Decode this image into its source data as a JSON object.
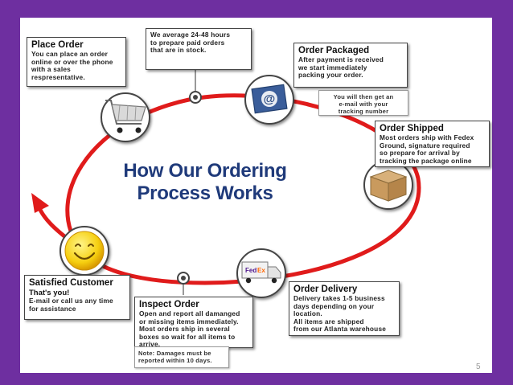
{
  "title_line1": "How Our Ordering",
  "title_line2": "Process Works",
  "page_number": "5",
  "steps": {
    "place_order": {
      "title": "Place Order",
      "body": "You can place an order\nonline or over the phone\nwith a sales\nrespresentative."
    },
    "order_packaged": {
      "title": "Order Packaged",
      "body": "After payment is received\nwe start immediately\npacking your order."
    },
    "order_shipped": {
      "title": "Order Shipped",
      "body": "Most orders ship with Fedex\nGround, signature required\nso prepare for arrival by\ntracking the package online"
    },
    "order_delivery": {
      "title": "Order Delivery",
      "body": "Delivery takes 1-5 business\ndays depending on your\nlocation.\nAll items are shipped\nfrom our Atlanta warehouse"
    },
    "inspect_order": {
      "title": "Inspect Order",
      "body": "Open and report all damanged\nor missing items immediately.\nMost orders ship in several\nboxes so wait for all items to\narrive."
    },
    "satisfied_customer": {
      "title": "Satisfied Customer",
      "subtitle": "That's you!",
      "body": "E-mail or call us any time\nfor assistance"
    }
  },
  "notes": {
    "processing": "We average 24-48 hours\nto prepare paid orders\nthat are in stock.",
    "tracking": "You will then get an\ne-mail with your\ntracking number",
    "damages": "Note: Damages must be\nreported within 10 days."
  },
  "icons": {
    "cart": "shopping-cart-icon",
    "email": "email-at-icon",
    "box": "cardboard-box-icon",
    "truck": "fedex-truck-icon",
    "smiley": "smiley-face-icon"
  },
  "colors": {
    "frame": "#6e2fa0",
    "ring": "#e01b1b",
    "title": "#1f3a7a"
  }
}
